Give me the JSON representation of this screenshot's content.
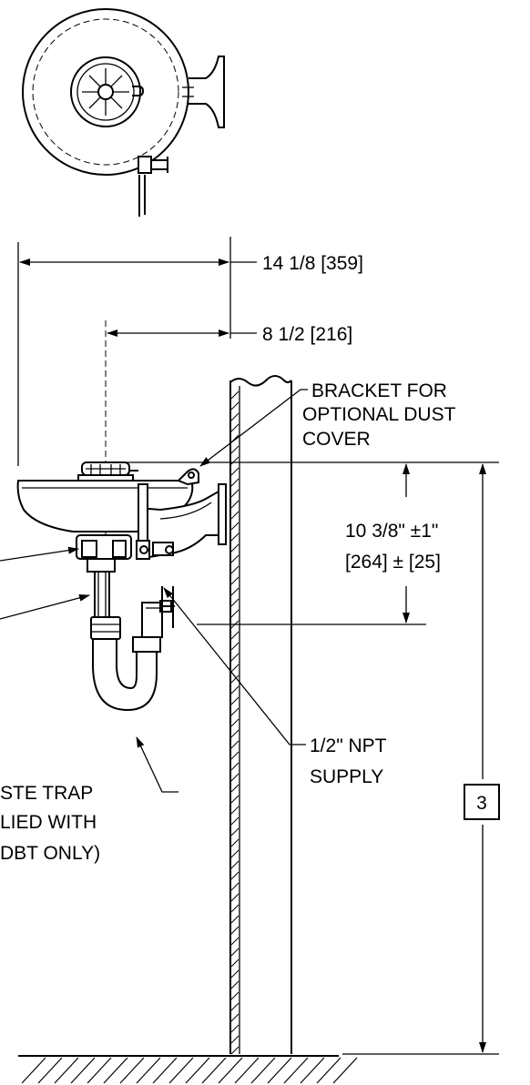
{
  "dimensions": {
    "overall_width": "14 1/8 [359]",
    "center_offset": "8 1/2 [216]",
    "rim_drop_line1": "10 3/8\" ±1\"",
    "rim_drop_line2": "[264] ± [25]",
    "height_ref": "3"
  },
  "callouts": {
    "bracket_line1": "BRACKET FOR",
    "bracket_line2": "OPTIONAL DUST",
    "bracket_line3": "COVER",
    "supply_line1": "1/2\" NPT",
    "supply_line2": "SUPPLY",
    "trap_line1": "STE TRAP",
    "trap_line2": "LIED WITH",
    "trap_line3": "DBT ONLY)"
  }
}
